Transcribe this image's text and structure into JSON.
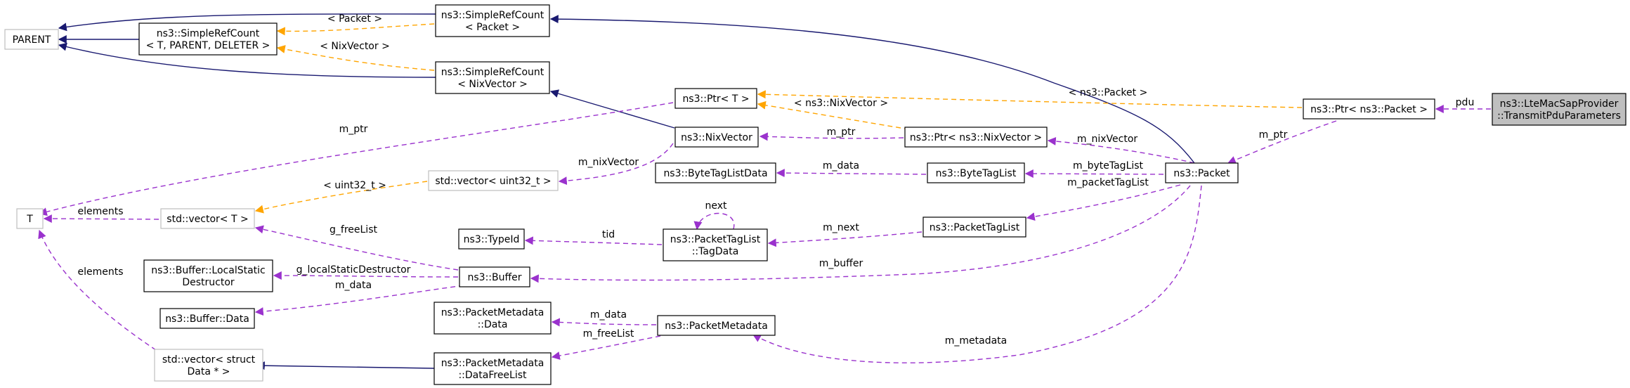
{
  "colors": {
    "inheritance": "#191970",
    "usage": "#9a32cd",
    "template": "#ffa500",
    "node_border": "#000000",
    "node_border_light": "#bfbfbf",
    "focus_fill": "#bfbfbf"
  },
  "nodes": {
    "parent": {
      "lines": [
        "PARENT"
      ]
    },
    "simplerefcount_tpd": {
      "lines": [
        "ns3::SimpleRefCount",
        "< T, PARENT, DELETER >"
      ]
    },
    "simplerefcount_packet": {
      "lines": [
        "ns3::SimpleRefCount",
        "< Packet >"
      ]
    },
    "simplerefcount_nixvector": {
      "lines": [
        "ns3::SimpleRefCount",
        "< NixVector >"
      ]
    },
    "ptr_t": {
      "lines": [
        "ns3::Ptr< T >"
      ]
    },
    "nixvector": {
      "lines": [
        "ns3::NixVector"
      ]
    },
    "ptr_nixvector": {
      "lines": [
        "ns3::Ptr< ns3::NixVector >"
      ]
    },
    "ptr_packet": {
      "lines": [
        "ns3::Ptr< ns3::Packet >"
      ]
    },
    "transmit_pdu_parameters": {
      "lines": [
        "ns3::LteMacSapProvider",
        "::TransmitPduParameters"
      ]
    },
    "packet": {
      "lines": [
        "ns3::Packet"
      ]
    },
    "t": {
      "lines": [
        "T"
      ]
    },
    "vector_t": {
      "lines": [
        "std::vector< T >"
      ]
    },
    "vector_uint32": {
      "lines": [
        "std::vector< uint32_t >"
      ]
    },
    "bytetaglistdata": {
      "lines": [
        "ns3::ByteTagListData"
      ]
    },
    "bytetaglist": {
      "lines": [
        "ns3::ByteTagList"
      ]
    },
    "typeid": {
      "lines": [
        "ns3::TypeId"
      ]
    },
    "packettaglist_tagdata": {
      "lines": [
        "ns3::PacketTagList",
        "::TagData"
      ]
    },
    "packettaglist": {
      "lines": [
        "ns3::PacketTagList"
      ]
    },
    "buffer_localstaticdestructor": {
      "lines": [
        "ns3::Buffer::LocalStatic",
        "Destructor"
      ]
    },
    "buffer": {
      "lines": [
        "ns3::Buffer"
      ]
    },
    "buffer_data": {
      "lines": [
        "ns3::Buffer::Data"
      ]
    },
    "packetmetadata_data": {
      "lines": [
        "ns3::PacketMetadata",
        "::Data"
      ]
    },
    "packetmetadata": {
      "lines": [
        "ns3::PacketMetadata"
      ]
    },
    "vector_struct_data": {
      "lines": [
        "std::vector< struct",
        "Data * >"
      ]
    },
    "packetmetadata_datafreelist": {
      "lines": [
        "ns3::PacketMetadata",
        "::DataFreeList"
      ]
    }
  },
  "edge_labels": {
    "packet_tmpl": "< Packet >",
    "nixvector_tmpl": "< NixVector >",
    "ns3_nixvector_tmpl": "< ns3::NixVector >",
    "ns3_packet_tmpl": "< ns3::Packet >",
    "uint32_tmpl": "< uint32_t >",
    "pdu": "pdu",
    "m_ptr_1": "m_ptr",
    "m_ptr_2": "m_ptr",
    "m_ptr_3": "m_ptr",
    "m_nixvector_1": "m_nixVector",
    "m_nixvector_2": "m_nixVector",
    "m_data_1": "m_data",
    "m_data_2": "m_data",
    "m_data_3": "m_data",
    "m_bytetaglist": "m_byteTagList",
    "m_packettaglist": "m_packetTagList",
    "elements_1": "elements",
    "elements_2": "elements",
    "next": "next",
    "tid": "tid",
    "m_next": "m_next",
    "g_freelist": "g_freeList",
    "m_buffer": "m_buffer",
    "g_localstaticdestructor": "g_localStaticDestructor",
    "m_freelist": "m_freeList",
    "m_metadata": "m_metadata"
  }
}
